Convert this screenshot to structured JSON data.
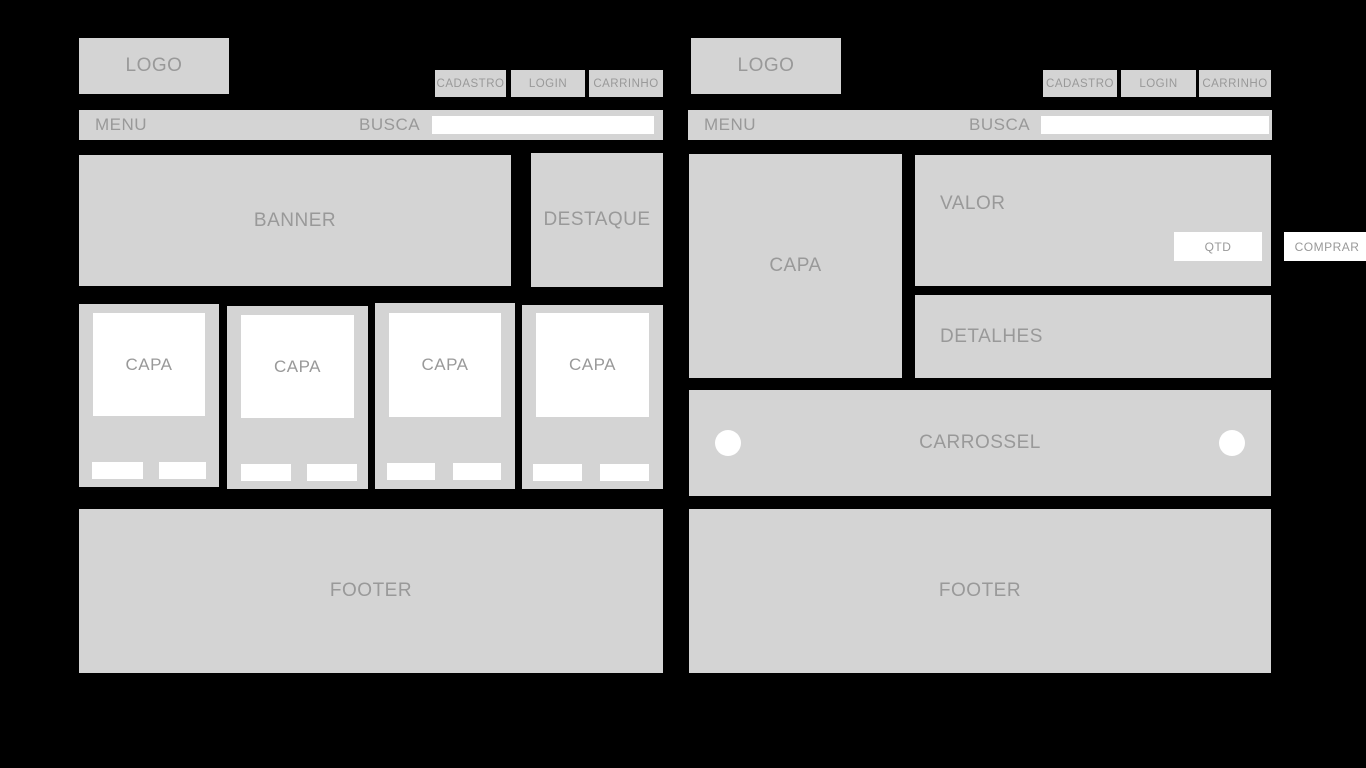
{
  "theme": {
    "background": "#000000",
    "block_fill": "#d4d4d4",
    "field_fill": "#ffffff",
    "label_color": "#999999"
  },
  "wireframes": [
    {
      "id": "home",
      "header": {
        "logo_label": "LOGO",
        "nav_buttons": [
          {
            "label": "CADASTRO"
          },
          {
            "label": "LOGIN"
          },
          {
            "label": "CARRINHO"
          }
        ]
      },
      "menubar": {
        "menu_label": "MENU",
        "search_label": "BUSCA",
        "search_value": "",
        "search_placeholder": ""
      },
      "hero": {
        "banner_label": "BANNER",
        "destaque_label": "DESTAQUE"
      },
      "product_cards": [
        {
          "capa_label": "CAPA"
        },
        {
          "capa_label": "CAPA"
        },
        {
          "capa_label": "CAPA"
        },
        {
          "capa_label": "CAPA"
        }
      ],
      "footer": {
        "label": "FOOTER"
      }
    },
    {
      "id": "product-detail",
      "header": {
        "logo_label": "LOGO",
        "nav_buttons": [
          {
            "label": "CADASTRO"
          },
          {
            "label": "LOGIN"
          },
          {
            "label": "CARRINHO"
          }
        ]
      },
      "menubar": {
        "menu_label": "MENU",
        "search_label": "BUSCA",
        "search_value": "",
        "search_placeholder": ""
      },
      "detail": {
        "capa_label": "CAPA",
        "valor_label": "VALOR",
        "qtd_label": "QTD",
        "comprar_label": "COMPRAR",
        "detalhes_label": "DETALHES"
      },
      "carousel": {
        "label": "CARROSSEL",
        "prev_icon": "circle-prev-icon",
        "next_icon": "circle-next-icon"
      },
      "footer": {
        "label": "FOOTER"
      }
    }
  ]
}
